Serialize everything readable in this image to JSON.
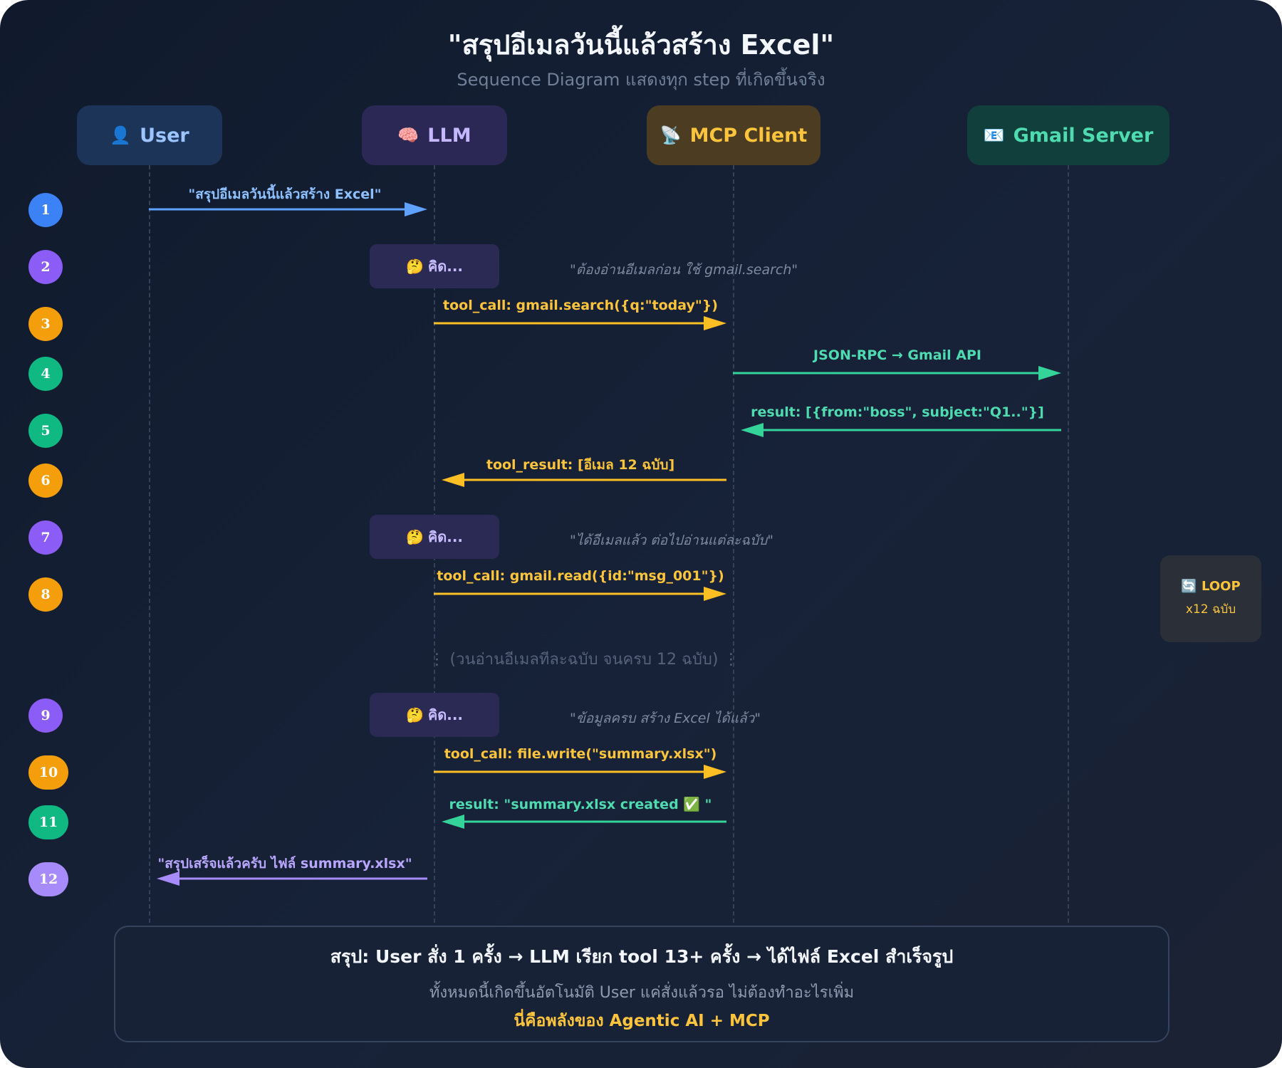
{
  "title": "\"สรุปอีเมลวันนี้แล้วสร้าง Excel\"",
  "subtitle": "Sequence Diagram แสดงทุก step ที่เกิดขึ้นจริง",
  "actors": [
    {
      "icon": "👤",
      "label": "User"
    },
    {
      "icon": "🧠",
      "label": "LLM"
    },
    {
      "icon": "📡",
      "label": "MCP Client"
    },
    {
      "icon": "📧",
      "label": "Gmail Server"
    }
  ],
  "steps": [
    "1",
    "2",
    "3",
    "4",
    "5",
    "6",
    "7",
    "8",
    "9",
    "10",
    "11",
    "12"
  ],
  "thinking": {
    "icon": "🤔",
    "label": "คิด..."
  },
  "notes": [
    "\"ต้องอ่านอีเมลก่อน ใช้ gmail.search\"",
    "\"ได้อีเมลแล้ว ต่อไปอ่านแต่ละฉบับ\"",
    "\"ข้อมูลครบ สร้าง Excel ได้แล้ว\""
  ],
  "messages": [
    "\"สรุปอีเมลวันนี้แล้วสร้าง Excel\"",
    "tool_call: gmail.search({q:\"today\"})",
    "JSON-RPC → Gmail API",
    "result: [{from:\"boss\", subject:\"Q1..\"}]",
    "tool_result: [อีเมล 12 ฉบับ]",
    "tool_call: gmail.read({id:\"msg_001\"})",
    "tool_call: file.write(\"summary.xlsx\")",
    "result: \"summary.xlsx created ✅ \"",
    "\"สรุปเสร็จแล้วครับ ไฟล์ summary.xlsx\""
  ],
  "loop": {
    "icon": "🔄",
    "title": "LOOP",
    "subtitle": "x12 ฉบับ"
  },
  "ellipsis": "⋮ (วนอ่านอีเมลทีละฉบับ จนครบ 12 ฉบับ) ⋮",
  "summary": {
    "line1": "สรุป: User สั่ง 1 ครั้ง → LLM เรียก tool 13+ ครั้ง → ได้ไฟล์ Excel สำเร็จรูป",
    "line2": "ทั้งหมดนี้เกิดขึ้นอัตโนมัติ User แค่สั่งแล้วรอ ไม่ต้องทำอะไรเพิ่ม",
    "line3": "นี่คือพลังของ Agentic AI + MCP"
  },
  "colors": {
    "blue": "#3b82f6",
    "purple": "#8b5cf6",
    "orange": "#f59e0b",
    "green": "#10b981",
    "lavender": "#a78bfa",
    "yellow_text": "#fcc43c",
    "green_text": "#4edbb0"
  }
}
